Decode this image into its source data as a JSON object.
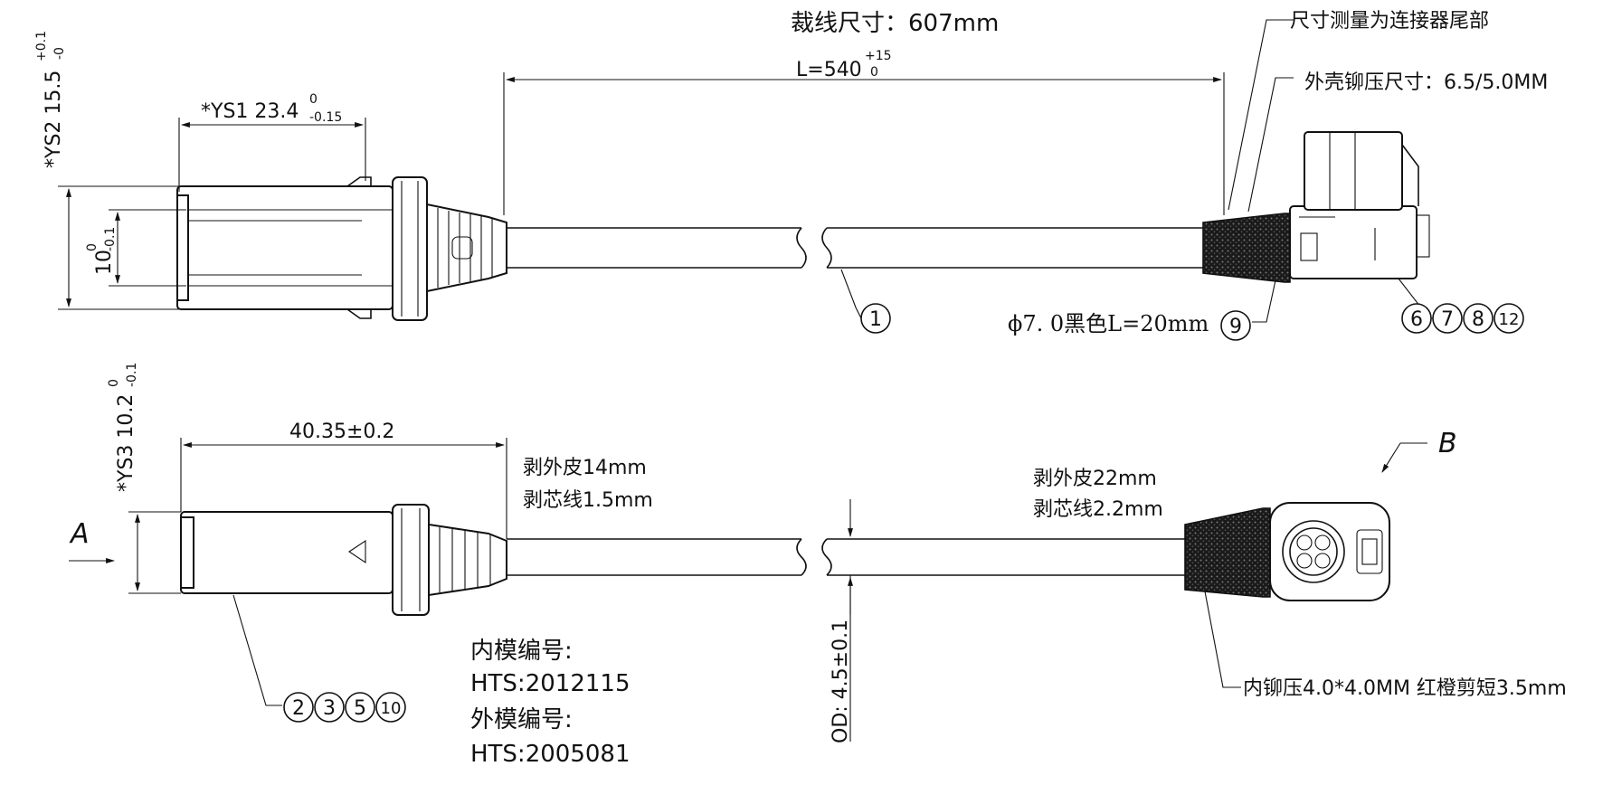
{
  "cut_length": "裁线尺寸：607mm",
  "measure_note": "尺寸测量为连接器尾部",
  "shell_crimp": "外壳铆压尺寸：6.5/5.0MM",
  "length_dim": {
    "main": "L=540",
    "tol_upper": "+15",
    "tol_lower": "0"
  },
  "ys1": {
    "main": "*YS1 23.4",
    "tol_upper": "0",
    "tol_lower": "-0.15"
  },
  "ys2": {
    "main": "*YS2 15.5",
    "tol_upper": "+0.1",
    "tol_lower": "-0"
  },
  "ys3": {
    "main": "*YS3 10.2",
    "tol_upper": "0",
    "tol_lower": "-0.1"
  },
  "dim10": {
    "main": "10",
    "tol_upper": "0",
    "tol_lower": "-0.1"
  },
  "dim40": "40.35±0.2",
  "strip_left": [
    "剥外皮14mm",
    "剥芯线1.5mm"
  ],
  "strip_right": [
    "剥外皮22mm",
    "剥芯线2.2mm"
  ],
  "sleeve_note": "ϕ7. 0黑色L=20mm",
  "od_label": "OD:  4.5±0.1",
  "inner_crimp": "内铆压4.0*4.0MM 红橙剪短3.5mm",
  "inner_mold": [
    "内模编号:",
    "HTS:2012115"
  ],
  "outer_mold": [
    "外模编号:",
    "HTS:2005081"
  ],
  "view_a": "A",
  "view_b": "B",
  "balloons": {
    "cable": [
      "1"
    ],
    "sleeve": [
      "9"
    ],
    "right_connector": [
      "6",
      "7",
      "8",
      "12"
    ],
    "left_connector": [
      "2",
      "3",
      "5",
      "10"
    ]
  }
}
